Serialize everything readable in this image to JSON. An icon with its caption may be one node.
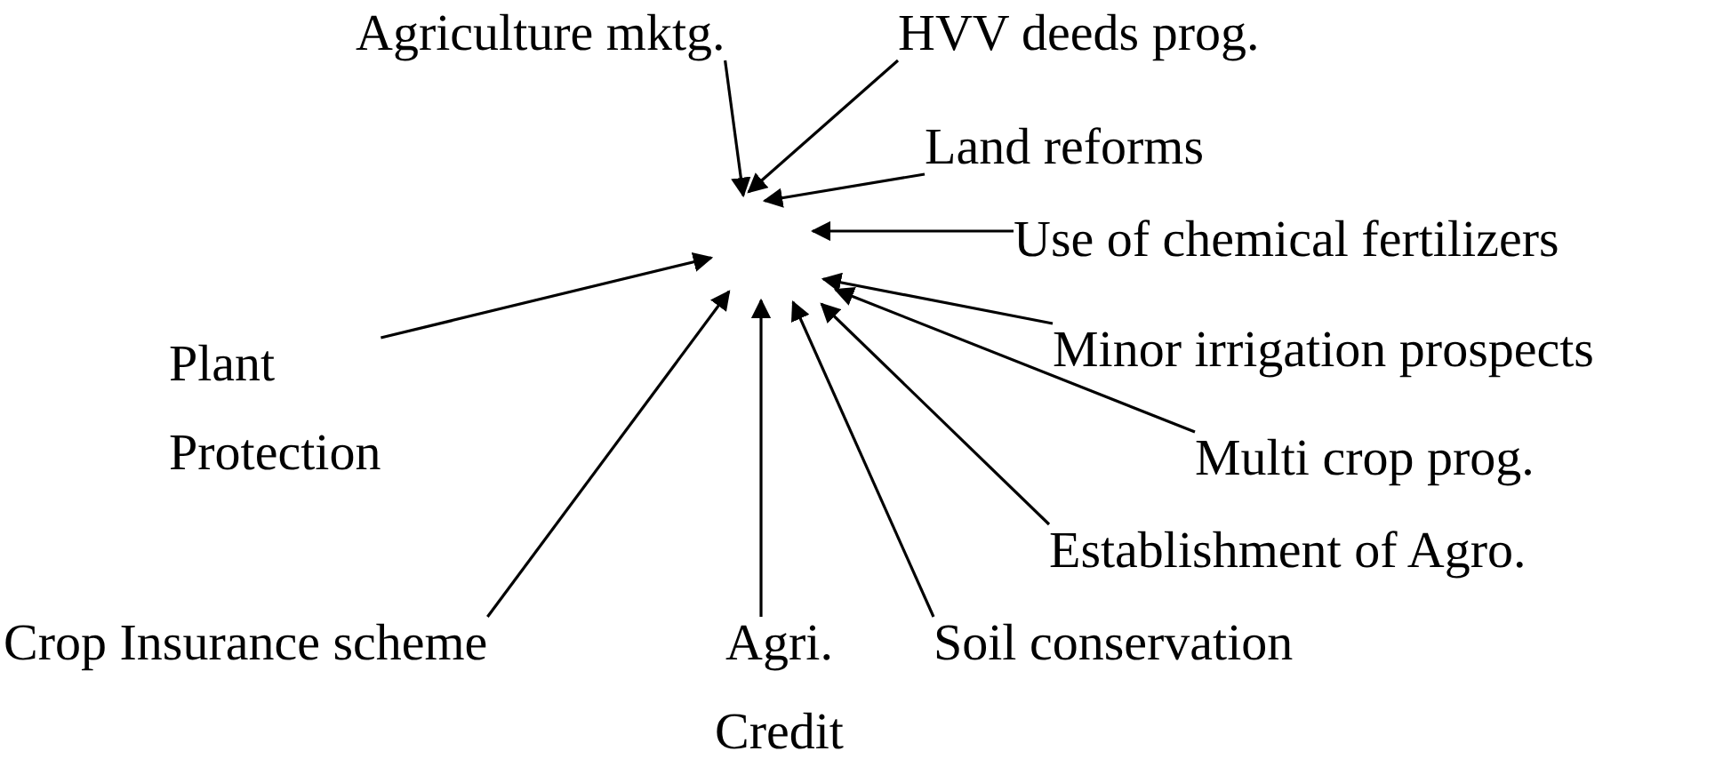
{
  "diagram": {
    "nodes": [
      {
        "text": [
          "Agriculture mktg."
        ]
      },
      {
        "text": [
          "HVV deeds prog."
        ]
      },
      {
        "text": [
          "Land reforms"
        ]
      },
      {
        "text": [
          "Use of chemical fertilizers"
        ]
      },
      {
        "text": [
          "Plant Protection"
        ]
      },
      {
        "text": [
          "Minor irrigation prospects"
        ]
      },
      {
        "text": [
          "Multi crop prog."
        ]
      },
      {
        "text": [
          "Establishment of Agro."
        ]
      },
      {
        "text": [
          "Crop Insurance scheme"
        ]
      },
      {
        "text": [
          "Agri. Credit"
        ]
      },
      {
        "text": [
          "Soil conservation"
        ]
      }
    ],
    "edges": [
      {
        "from": 0,
        "to": null,
        "arrow": "to"
      },
      {
        "from": 1,
        "to": null,
        "arrow": "to"
      },
      {
        "from": 2,
        "to": null,
        "arrow": "to"
      },
      {
        "from": 3,
        "to": null,
        "arrow": "to"
      },
      {
        "from": 4,
        "to": null,
        "arrow": "to"
      },
      {
        "from": 5,
        "to": null,
        "arrow": "to"
      },
      {
        "from": 6,
        "to": null,
        "arrow": "to"
      },
      {
        "from": 7,
        "to": null,
        "arrow": "to"
      },
      {
        "from": 8,
        "to": null,
        "arrow": "to"
      },
      {
        "from": 9,
        "to": null,
        "arrow": "to"
      },
      {
        "from": 10,
        "to": null,
        "arrow": "to"
      }
    ]
  }
}
